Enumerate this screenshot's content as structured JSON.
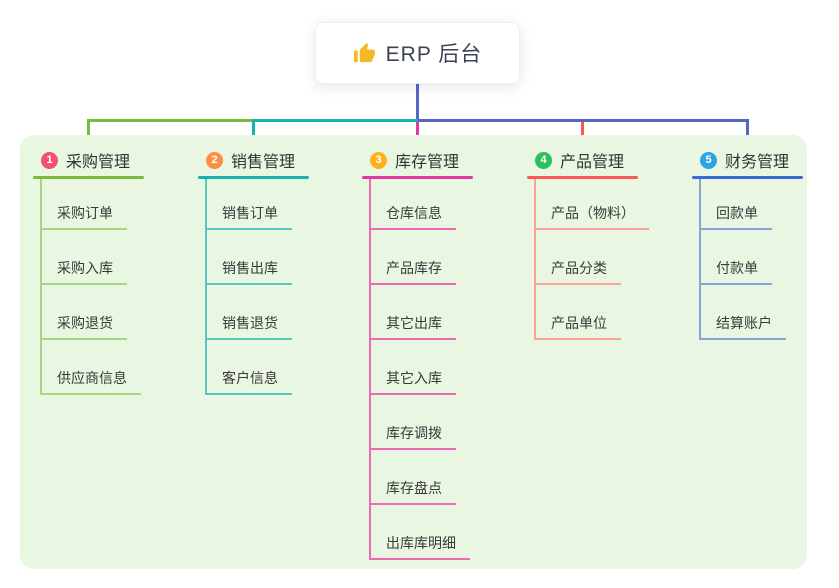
{
  "root": {
    "label": "ERP 后台",
    "icon": "thumbs-up-icon"
  },
  "connector_color": "#5566c3",
  "panel_bg": "#e9f6e2",
  "branches": [
    {
      "number": "1",
      "title": "采购管理",
      "badge_color": "#f4516c",
      "line_color": "#7cb93f",
      "light_color": "#a9d483",
      "children": [
        "采购订单",
        "采购入库",
        "采购退货",
        "供应商信息"
      ]
    },
    {
      "number": "2",
      "title": "销售管理",
      "badge_color": "#fd8e44",
      "line_color": "#14b3ab",
      "light_color": "#5bc6bf",
      "children": [
        "销售订单",
        "销售出库",
        "销售退货",
        "客户信息"
      ]
    },
    {
      "number": "3",
      "title": "库存管理",
      "badge_color": "#ffb01f",
      "line_color": "#dd3b9e",
      "light_color": "#f06ab4",
      "children": [
        "仓库信息",
        "产品库存",
        "其它出库",
        "其它入库",
        "库存调拨",
        "库存盘点",
        "出库库明细"
      ]
    },
    {
      "number": "4",
      "title": "产品管理",
      "badge_color": "#2cc05c",
      "line_color": "#fb5a52",
      "light_color": "#fba29b",
      "children": [
        "产品（物料）",
        "产品分类",
        "产品单位"
      ]
    },
    {
      "number": "5",
      "title": "财务管理",
      "badge_color": "#2aa5e2",
      "line_color": "#3d68d8",
      "light_color": "#8ba2d9",
      "children": [
        "回款单",
        "付款单",
        "结算账户"
      ]
    }
  ]
}
